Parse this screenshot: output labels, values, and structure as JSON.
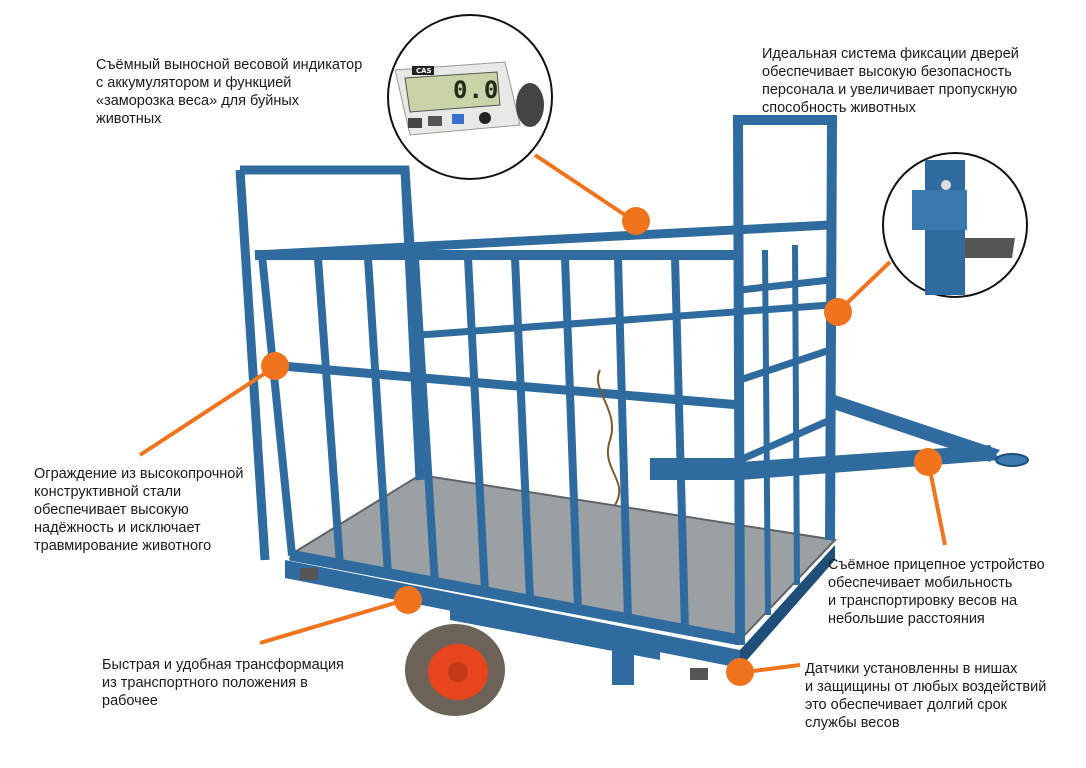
{
  "colors": {
    "frame": "#2f6b9e",
    "frame_dark": "#1f4f78",
    "callout": "#f0731e",
    "floor": "#9aa0a4",
    "tire": "#6b6258",
    "rim": "#e8451e",
    "lcd": "#c9d3a8"
  },
  "indicator": {
    "brand": "CAS",
    "reading": "0.0"
  },
  "callouts": {
    "indicator": {
      "lines": [
        "Съёмный выносной весовой индикатор",
        "с аккумулятором и функцией",
        "«заморозка веса» для буйных",
        "животных"
      ]
    },
    "doors": {
      "lines": [
        "Идеальная система фиксации дверей",
        "обеспечивает высокую безопасность",
        "персонала и увеличивает пропускную",
        "способность животных"
      ]
    },
    "fence": {
      "lines": [
        "Ограждение из высокопрочной",
        "конструктивной стали",
        "обеспечивает высокую",
        "надёжность и исключает",
        "травмирование животного"
      ]
    },
    "hitch": {
      "lines": [
        "Съёмное прицепное устройство",
        "обеспечивает мобильность",
        "и транспортировку весов на",
        "небольшие расстояния"
      ]
    },
    "transform": {
      "lines": [
        "Быстрая и удобная трансформация",
        "из транспортного положения в",
        "рабочее"
      ]
    },
    "sensors": {
      "lines": [
        "Датчики установленны в нишах",
        "и защищины от любых воздействий",
        "это обеспечивает долгий срок",
        "службы весов"
      ]
    }
  }
}
